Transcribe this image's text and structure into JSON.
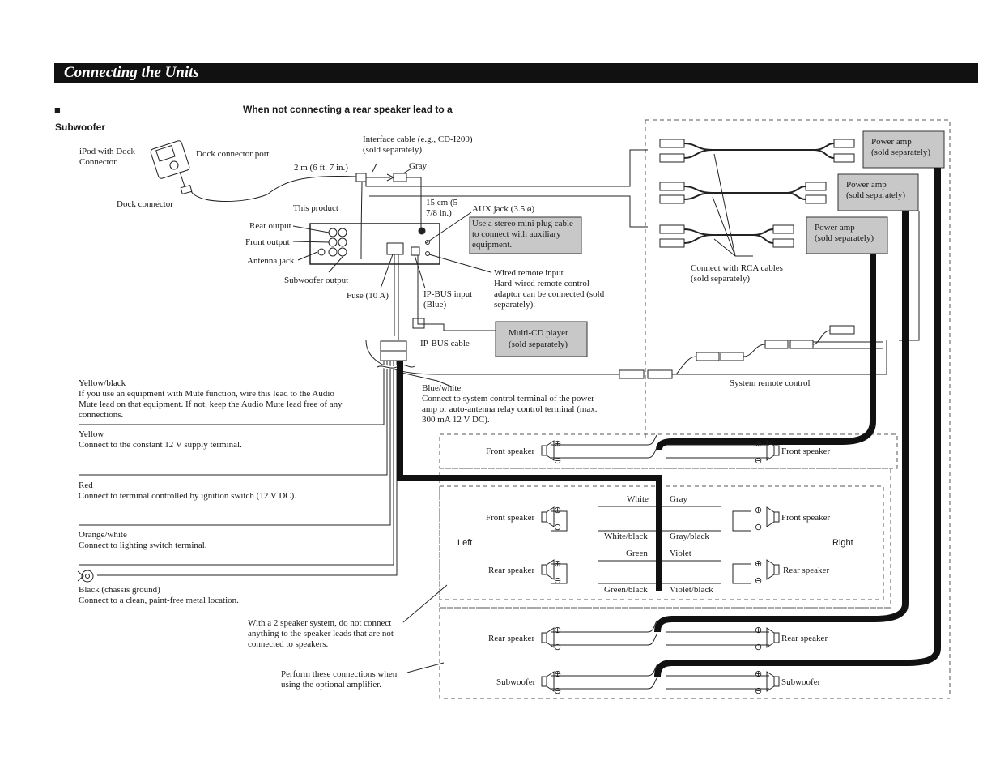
{
  "section_title": "Connecting the Units",
  "heading_marker": "■",
  "heading_line1": "When not connecting a rear speaker lead to a",
  "heading_line2": "Subwoofer",
  "ipod": {
    "name_1": "iPod with Dock",
    "name_2": "Connector",
    "port": "Dock connector port",
    "connector": "Dock connector"
  },
  "cable_length": "2 m (6 ft. 7 in.)",
  "interface_cable_1": "Interface cable (e.g., CD-I200)",
  "interface_cable_2": "(sold separately)",
  "gray": "Gray",
  "length_15cm_1": "15 cm (5-",
  "length_15cm_2": "7/8 in.)",
  "aux_jack": "AUX jack (3.5 ø)",
  "aux_note_1": "Use a stereo mini plug cable",
  "aux_note_2": "to connect with auxiliary",
  "aux_note_3": "equipment.",
  "this_product": "This product",
  "rear_output": "Rear output",
  "front_output": "Front output",
  "antenna_jack": "Antenna jack",
  "subwoofer_output": "Subwoofer output",
  "fuse": "Fuse (10 A)",
  "ipbus_input_1": "IP-BUS input",
  "ipbus_input_2": "(Blue)",
  "wired_remote_1": "Wired remote input",
  "wired_remote_2": "Hard-wired remote control",
  "wired_remote_3": "adaptor can be connected (sold",
  "wired_remote_4": "separately).",
  "multicd_1": "Multi-CD player",
  "multicd_2": "(sold separately)",
  "ipbus_cable": "IP-BUS cable",
  "power_amp": {
    "line1": "Power amp",
    "line2": "(sold separately)"
  },
  "rca_1": "Connect with RCA cables",
  "rca_2": "(sold separately)",
  "system_remote": "System remote control",
  "blue_white_1": "Blue/white",
  "blue_white_2": "Connect to system control terminal of the power",
  "blue_white_3": "amp or auto-antenna relay control terminal (max.",
  "blue_white_4": "300 mA 12 V DC).",
  "yb_1": "Yellow/black",
  "yb_2": "If you use an equipment with Mute function, wire this lead to the Audio",
  "yb_3": "Mute lead on that equipment. If not, keep the Audio Mute lead free of any",
  "yb_4": "connections.",
  "y_1": "Yellow",
  "y_2": "Connect to the constant 12 V supply terminal.",
  "r_1": "Red",
  "r_2": "Connect to terminal controlled by ignition switch (12 V DC).",
  "ow_1": "Orange/white",
  "ow_2": "Connect to lighting switch terminal.",
  "bk_1": "Black (chassis ground)",
  "bk_2": "Connect to a clean, paint-free metal location.",
  "note2sp_1": "With a 2 speaker system, do not connect",
  "note2sp_2": "anything to the speaker leads that are not",
  "note2sp_3": "connected to speakers.",
  "noteamp_1": "Perform these connections when",
  "noteamp_2": "using the optional amplifier.",
  "front_speaker": "Front speaker",
  "rear_speaker": "Rear speaker",
  "subwoofer": "Subwoofer",
  "left": "Left",
  "right": "Right",
  "wire_white": "White",
  "wire_white_black": "White/black",
  "wire_green": "Green",
  "wire_green_black": "Green/black",
  "wire_gray": "Gray",
  "wire_gray_black": "Gray/black",
  "wire_violet": "Violet",
  "wire_violet_black": "Violet/black",
  "plus": "⊕",
  "minus": "⊖"
}
